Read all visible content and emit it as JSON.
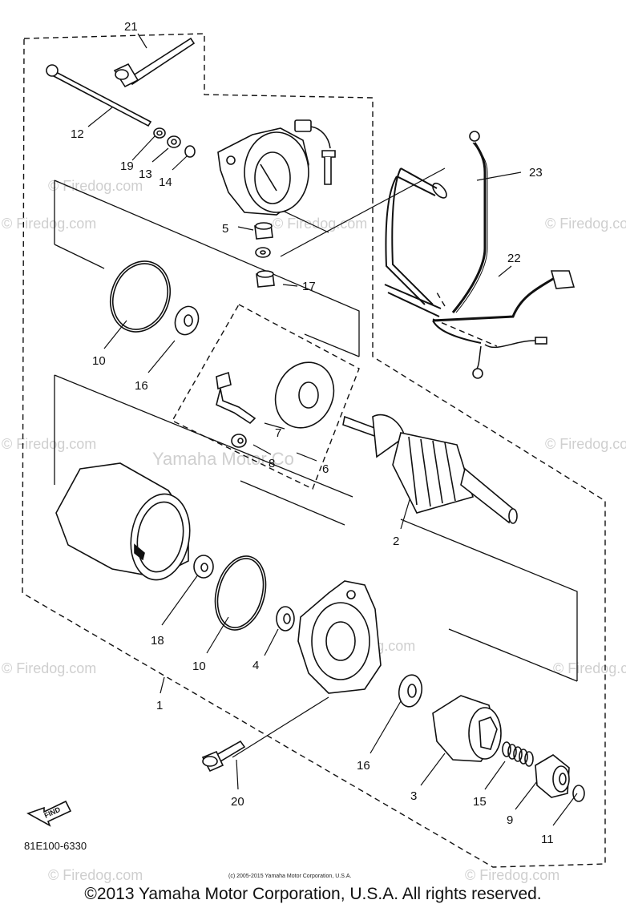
{
  "diagram_code": "81E100-6330",
  "find_label": "FIND",
  "small_copyright": "(c) 2005-2015 Yamaha Motor Corporation, U.S.A.",
  "watermark_site": "© Firedog.com",
  "watermark_brand": "Yamaha Motor Co",
  "copyright_line": "©2013 Yamaha Motor Corporation, U.S.A. All rights reserved.",
  "labels": {
    "p1": "1",
    "p2": "2",
    "p3": "3",
    "p4": "4",
    "p5": "5",
    "p6": "6",
    "p7": "7",
    "p8": "8",
    "p9": "9",
    "p10a": "10",
    "p10b": "10",
    "p11": "11",
    "p12": "12",
    "p13": "13",
    "p14": "14",
    "p15": "15",
    "p16a": "16",
    "p16b": "16",
    "p17": "17",
    "p18": "18",
    "p19": "19",
    "p20": "20",
    "p21": "21",
    "p22": "22",
    "p23": "23"
  }
}
